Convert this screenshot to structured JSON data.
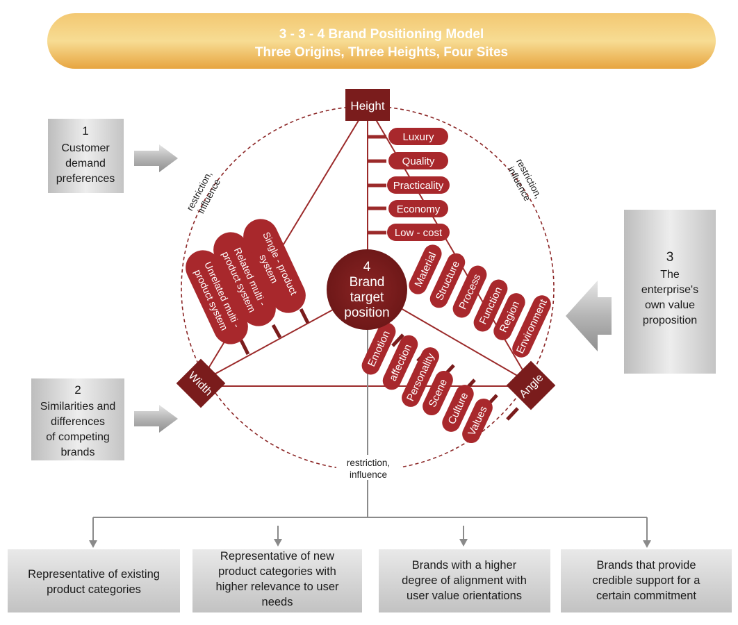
{
  "title": {
    "line1": "3 - 3 - 4 Brand Positioning Model",
    "line2": "Three Origins, Three Heights, Four Sites"
  },
  "center": {
    "number": "4",
    "line1": "Brand",
    "line2": "target",
    "line3": "position"
  },
  "axes": {
    "height": "Height",
    "width": "Width",
    "angle": "Angle"
  },
  "height_levels": [
    "Luxury",
    "Quality",
    "Practicality",
    "Economy",
    "Low - cost"
  ],
  "width_levels": [
    {
      "line1": "Single - product",
      "line2": "system"
    },
    {
      "line1": "Related multi -",
      "line2": "product system"
    },
    {
      "line1": "Unrelated multi -",
      "line2": "product system"
    }
  ],
  "angle_functional": [
    "Material",
    "Structure",
    "Process",
    "Function",
    "Region",
    "Environment"
  ],
  "angle_emotional": [
    "Emotion",
    "affection",
    "Personality",
    "Scene",
    "Culture",
    "Values"
  ],
  "restriction_labels": {
    "left": {
      "line1": "restriction,",
      "line2": "influence"
    },
    "right": {
      "line1": "restriction,",
      "line2": "influence"
    },
    "bottom": {
      "line1": "restriction,",
      "line2": "influence"
    }
  },
  "origins": [
    {
      "number": "1",
      "lines": [
        "Customer",
        "demand",
        "preferences"
      ]
    },
    {
      "number": "2",
      "lines": [
        "Similarities and",
        "differences",
        "of competing",
        "brands"
      ]
    },
    {
      "number": "3",
      "lines": [
        "The",
        "enterprise's",
        "own value",
        "proposition"
      ]
    }
  ],
  "outcomes": [
    {
      "lines": [
        "Representative of existing",
        "product categories"
      ]
    },
    {
      "lines": [
        "Representative of new",
        "product categories with",
        "higher relevance to user",
        "needs"
      ]
    },
    {
      "lines": [
        "Brands with a higher",
        "degree of alignment with",
        "user value orientations"
      ]
    },
    {
      "lines": [
        "Brands that provide",
        "credible support for a",
        "certain commitment"
      ]
    }
  ],
  "colors": {
    "dark_red": "#7a1c1c",
    "pill_red": "#a8282c",
    "banner_light": "#f7d98a",
    "banner_dark": "#e8a23a",
    "grey_box": "#c9c9c9"
  }
}
